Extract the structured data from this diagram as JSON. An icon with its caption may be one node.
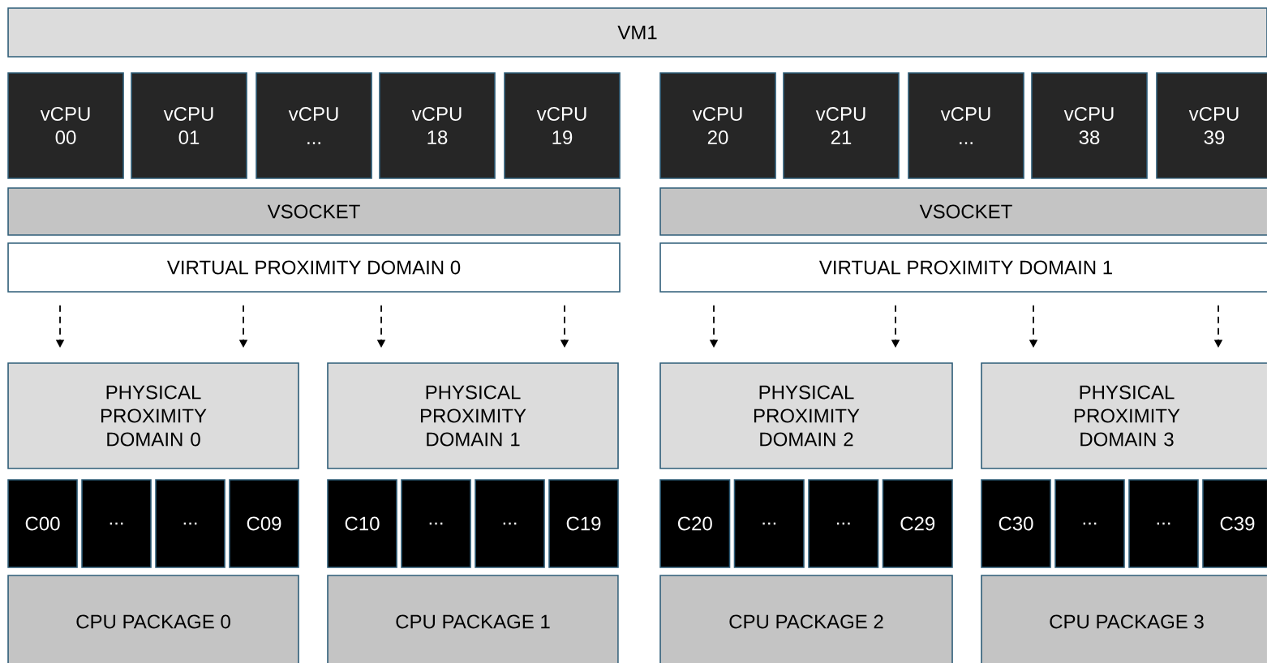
{
  "diagram": {
    "nodes": [
      {
        "text": [
          "VM1"
        ]
      },
      {
        "text": [
          "vCPU 00"
        ]
      },
      {
        "text": [
          "vCPU 01"
        ]
      },
      {
        "text": [
          "vCPU ..."
        ]
      },
      {
        "text": [
          "vCPU 18"
        ]
      },
      {
        "text": [
          "vCPU 19"
        ]
      },
      {
        "text": [
          "vCPU 20"
        ]
      },
      {
        "text": [
          "vCPU 21"
        ]
      },
      {
        "text": [
          "vCPU ..."
        ]
      },
      {
        "text": [
          "vCPU 38"
        ]
      },
      {
        "text": [
          "vCPU 39"
        ]
      },
      {
        "text": [
          "VSOCKET"
        ]
      },
      {
        "text": [
          "VSOCKET"
        ]
      },
      {
        "text": [
          "VIRTUAL PROXIMITY DOMAIN 0"
        ]
      },
      {
        "text": [
          "VIRTUAL PROXIMITY DOMAIN 1"
        ]
      },
      {
        "text": [
          "PHYSICAL PROXIMITY DOMAIN 0"
        ]
      },
      {
        "text": [
          "PHYSICAL PROXIMITY DOMAIN 1"
        ]
      },
      {
        "text": [
          "PHYSICAL PROXIMITY DOMAIN 2"
        ]
      },
      {
        "text": [
          "PHYSICAL PROXIMITY DOMAIN 3"
        ]
      },
      {
        "text": [
          "C00"
        ]
      },
      {
        "text": [
          "..."
        ]
      },
      {
        "text": [
          "..."
        ]
      },
      {
        "text": [
          "C09"
        ]
      },
      {
        "text": [
          "C10"
        ]
      },
      {
        "text": [
          "..."
        ]
      },
      {
        "text": [
          "..."
        ]
      },
      {
        "text": [
          "C19"
        ]
      },
      {
        "text": [
          "C20"
        ]
      },
      {
        "text": [
          "..."
        ]
      },
      {
        "text": [
          "..."
        ]
      },
      {
        "text": [
          "C29"
        ]
      },
      {
        "text": [
          "C30"
        ]
      },
      {
        "text": [
          "..."
        ]
      },
      {
        "text": [
          "..."
        ]
      },
      {
        "text": [
          "C39"
        ]
      },
      {
        "text": [
          "CPU PACKAGE 0"
        ]
      },
      {
        "text": [
          "CPU PACKAGE 1"
        ]
      },
      {
        "text": [
          "CPU PACKAGE 2"
        ]
      },
      {
        "text": [
          "CPU PACKAGE 3"
        ]
      }
    ],
    "edges": [
      {
        "from": 13,
        "to": 15,
        "arrow": "to",
        "style": "dashed"
      },
      {
        "from": 13,
        "to": 15,
        "arrow": "to",
        "style": "dashed"
      },
      {
        "from": 13,
        "to": 16,
        "arrow": "to",
        "style": "dashed"
      },
      {
        "from": 13,
        "to": 16,
        "arrow": "to",
        "style": "dashed"
      },
      {
        "from": 14,
        "to": 17,
        "arrow": "to",
        "style": "dashed"
      },
      {
        "from": 14,
        "to": 17,
        "arrow": "to",
        "style": "dashed"
      },
      {
        "from": 14,
        "to": 18,
        "arrow": "to",
        "style": "dashed"
      },
      {
        "from": 14,
        "to": 18,
        "arrow": "to",
        "style": "dashed"
      }
    ]
  }
}
